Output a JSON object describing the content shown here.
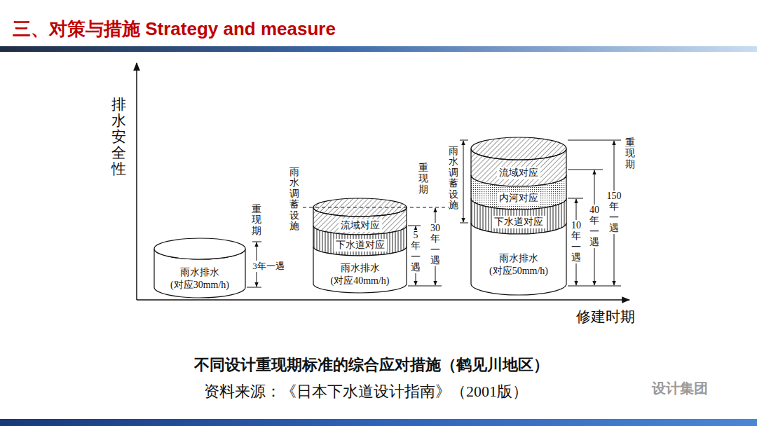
{
  "diagram": {
    "title": "三、对策与措施 Strategy and measure",
    "caption": "不同设计重现期标准的综合应对措施（鹤见川地区）",
    "nodes": [
      {
        "text": [
          "雨水排水",
          "(对应30mm/h)"
        ]
      },
      {
        "text": [
          "流域对应"
        ]
      },
      {
        "text": [
          "下水道对应"
        ]
      },
      {
        "text": [
          "雨水排水",
          "(对应40mm/h)"
        ]
      },
      {
        "text": [
          "流域对应"
        ]
      },
      {
        "text": [
          "内河对应"
        ]
      },
      {
        "text": [
          "下水道对应"
        ]
      },
      {
        "text": [
          "雨水排水",
          "(对应50mm/h)"
        ]
      }
    ],
    "labels": [
      "排水安全性",
      "修建时期",
      "重现期",
      "3年一遇",
      "雨水调蓄设施",
      "重现期",
      "5年一遇",
      "30年一遇",
      "雨水调蓄设施",
      "10年一遇",
      "40年一遇",
      "150年一遇",
      "重现期",
      "资料来源：《日本下水道设计指南》（2001版）",
      "设计集团"
    ]
  }
}
